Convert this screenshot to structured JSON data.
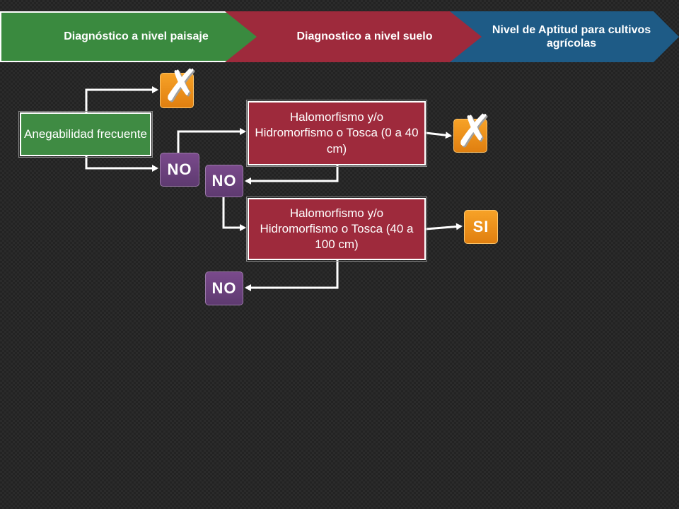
{
  "header": {
    "steps": [
      {
        "label": "Diagnóstico a nivel paisaje",
        "color": "#3a8a3f"
      },
      {
        "label": "Diagnostico a nivel suelo",
        "color": "#9e2a3c"
      },
      {
        "label": "Nivel de Aptitud para cultivos agrícolas",
        "color": "#1e5b86"
      }
    ]
  },
  "diagram": {
    "start_box": {
      "label": "Anegabilidad frecuente",
      "color": "#3f8b43"
    },
    "decision_1": {
      "label": "Halomorfismo y/o Hidromorfismo o Tosca (0 a 40 cm)",
      "color": "#9e2a3c"
    },
    "decision_2": {
      "label": "Halomorfismo y/o Hidromorfismo o Tosca (40 a 100 cm)",
      "color": "#9e2a3c"
    },
    "badges": {
      "no_1": "NO",
      "no_2": "NO",
      "no_3": "NO",
      "si_1": "SI",
      "reject_1": "✗",
      "reject_2": "✗"
    },
    "icons": {
      "reject": "x-mark-icon"
    },
    "colors": {
      "badge_no": "#6b3f7d",
      "badge_si": "#f39a1e",
      "arrow": "#ffffff"
    }
  }
}
